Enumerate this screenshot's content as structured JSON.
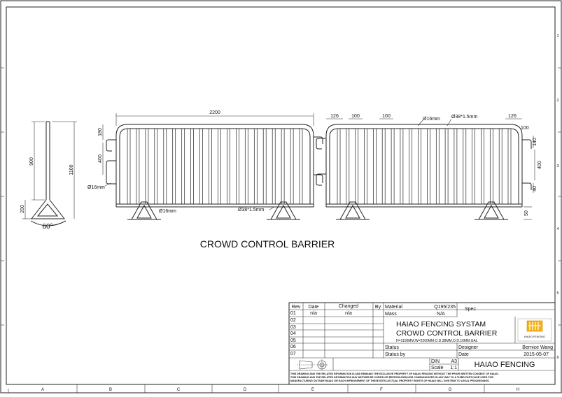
{
  "drawing": {
    "caption": "CROWD CONTROL BARRIER",
    "side_view": {
      "height_900": "900",
      "height_1100": "1100",
      "base_200": "200",
      "angle": "60°"
    },
    "front_view": {
      "width": "2200",
      "d180": "180",
      "d400": "400",
      "pipe_small_left": "Ø16mm",
      "pipe_small_bottom": "Ø16mm",
      "pipe_large_bottom": "Ø38*1.5mm"
    },
    "detail_view": {
      "d126_left": "126",
      "d100_a": "100",
      "d100_b": "100",
      "pipe_small": "Ø16mm",
      "pipe_large": "Ø38*1.5mm",
      "d126_right": "126",
      "d100_right": "100",
      "d140": "140",
      "d400": "400",
      "d40": "40",
      "d50": "50"
    }
  },
  "border": {
    "columns": [
      "A",
      "B",
      "C",
      "D",
      "E",
      "F",
      "G",
      "H"
    ],
    "rows": [
      "1",
      "2",
      "3",
      "4",
      "5",
      "6"
    ]
  },
  "title_block": {
    "rev_header": {
      "rev": "Rev",
      "date": "Date",
      "changed": "Changed",
      "by": "By"
    },
    "revisions": [
      {
        "rev": "01",
        "date": "n/a",
        "changed": "n/a"
      },
      {
        "rev": "02",
        "date": "",
        "changed": ""
      },
      {
        "rev": "03",
        "date": "",
        "changed": ""
      },
      {
        "rev": "04",
        "date": "",
        "changed": ""
      },
      {
        "rev": "05",
        "date": "",
        "changed": ""
      },
      {
        "rev": "06",
        "date": "",
        "changed": ""
      },
      {
        "rev": "07",
        "date": "",
        "changed": ""
      }
    ],
    "material_label": "Material",
    "material_value": "Q195/235",
    "spec_label": "Spec",
    "mass_label": "Mass",
    "mass_value": "N/A",
    "title_line1": "HAIAO FENCING SYSTAM",
    "title_line2": "CROWD CONTROL BARRIER",
    "title_line3": "H=1100MM,W=2200MM,O.D.38MM,O.D.16MM,GAL",
    "status_label": "Status",
    "status_by_label": "Status by",
    "designer_label": "Designer",
    "designer_value": "Bernice Wang",
    "date_label": "Date",
    "date_value": "2015-05-07",
    "din_label": "DIN",
    "din_value": "A3",
    "scale_label": "Scale",
    "scale_value": "1:1",
    "company": "HAIAO FENCING",
    "logo_text": "HAIAO FENCING",
    "disclaimer_line1": "THIS DRAWING AND THE RELATED INFORMATION IS AND REMAINS THE EXCLUSIVE PROPERTY OF HAIAO FENCING WITHOUT THE PRIOR WRITTEN CONSENT OF HAIAO.",
    "disclaimer_line2": "THIS DRAWING AND THE RELATED INFORMATION MAY NEITHER BE COPIED OR REPRODUCED,NOR COMMUNICATED IN ANY WAY TO A THIRD PARTY,NOR USED FOR",
    "disclaimer_line3": "MANUFACTURING OUTSIDE HAIAO OR EACH INFRINGEMENT OF THESE INTELLECTUAL PROPERTY RIGHTS OF HAIAO WILL GIVE RISE TO LEGAL PROCEEDINGS."
  }
}
